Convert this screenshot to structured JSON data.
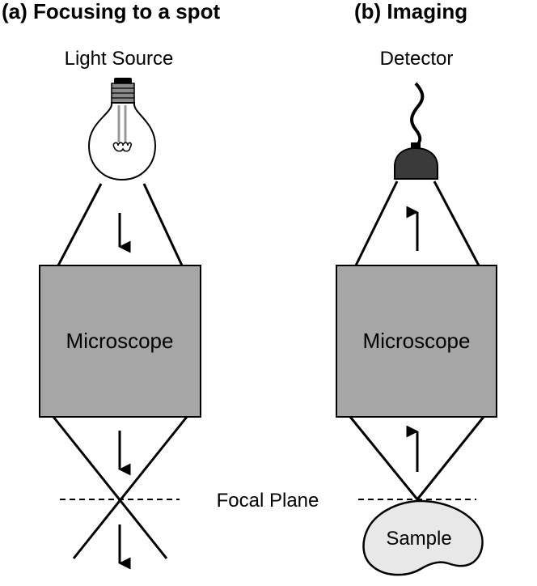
{
  "panel_a": {
    "title": "(a) Focusing to a spot",
    "source_label": "Light Source",
    "box_label": "Microscope"
  },
  "panel_b": {
    "title": "(b) Imaging",
    "detector_label": "Detector",
    "box_label": "Microscope",
    "sample_label": "Sample"
  },
  "focal_plane_label": "Focal Plane",
  "colors": {
    "box_fill": "#a6a6a6",
    "detector_fill": "#3a3a3a",
    "sample_fill": "#e8e8e8",
    "bulb_base": "#888888"
  }
}
